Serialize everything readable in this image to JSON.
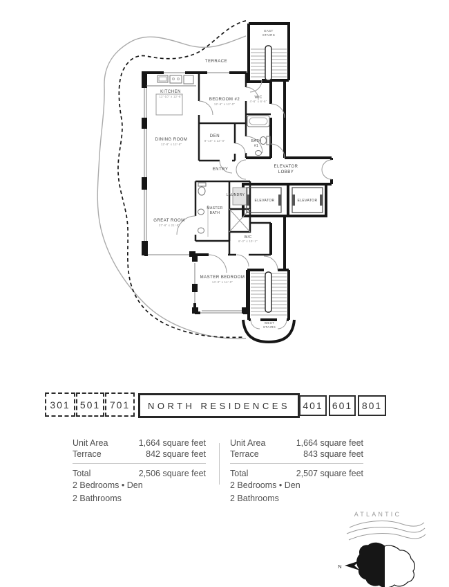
{
  "colors": {
    "ink": "#1c1c1c",
    "label": "#3f3f3f",
    "body": "#4f4f4f",
    "muted": "#9b9b9b"
  },
  "plan": {
    "terrace": "TERRACE",
    "east_stairs_1": "EAST",
    "east_stairs_2": "STAIRS",
    "west_stairs_1": "WEST",
    "west_stairs_2": "STAIRS",
    "kitchen": "KITCHEN",
    "kitchen_dims": "12'-10\" x 12'-6\"",
    "bedroom2": "BEDROOM #2",
    "bedroom2_dims": "12'-6\" x 12'-0\"",
    "wic_upper": "W/C",
    "wic_upper_dims": "4'-6\" x 6'-6\"",
    "dining": "DINING ROOM",
    "dining_dims": "12'-8\" x 12'-6\"",
    "den": "DEN",
    "den_dims": "9'-10\" x 12'-0\"",
    "bath1_1": "BATH",
    "bath1_2": "#1",
    "entry": "ENTRY",
    "lobby_1": "ELEVATOR",
    "lobby_2": "LOBBY",
    "elevator_a": "ELEVATOR",
    "elevator_b": "ELEVATOR",
    "laundry": "LAUNDRY",
    "master_bath_1": "MASTER",
    "master_bath_2": "BATH",
    "great_room": "GREAT ROOM",
    "great_room_dims": "27'-6\" x 21'-8\"",
    "wic_lower": "W/C",
    "wic_lower_dims": "6'-2\" x 10'-1\"",
    "master_bedroom": "MASTER BEDROOM",
    "master_bedroom_dims": "14'-0\" x 14'-0\""
  },
  "summary": {
    "dashed_units": [
      "301",
      "501",
      "701"
    ],
    "title": "NORTH RESIDENCES",
    "solid_units": [
      "401",
      "601",
      "801"
    ]
  },
  "details": {
    "left": {
      "unit_area_label": "Unit Area",
      "unit_area_value": "1,664 square feet",
      "terrace_label": "Terrace",
      "terrace_value": "842 square feet",
      "total_label": "Total",
      "total_value": "2,506 square feet",
      "bedrooms": "2 Bedrooms • Den",
      "bathrooms": "2 Bathrooms"
    },
    "right": {
      "unit_area_label": "Unit Area",
      "unit_area_value": "1,664 square feet",
      "terrace_label": "Terrace",
      "terrace_value": "843 square feet",
      "total_label": "Total",
      "total_value": "2,507 square feet",
      "bedrooms": "2 Bedrooms • Den",
      "bathrooms": "2 Bathrooms"
    }
  },
  "compass": {
    "ocean_label": "ATLANTIC",
    "north_label": "N"
  }
}
